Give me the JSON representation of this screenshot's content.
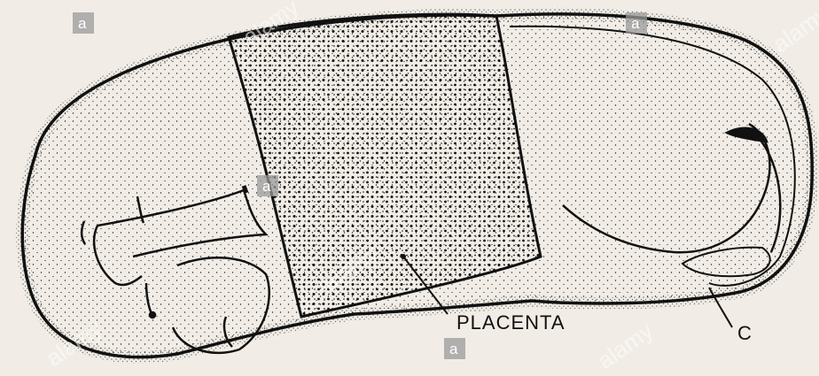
{
  "figure": {
    "labels": {
      "placenta": "PLACENTA",
      "c": "C"
    }
  },
  "watermark": {
    "brand_text": "alamy",
    "badge_letter": "a"
  },
  "colors": {
    "paper": "#f1ede6",
    "ink": "#111111"
  }
}
